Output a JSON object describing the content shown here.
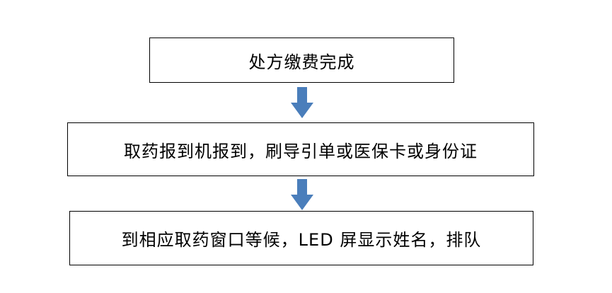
{
  "flowchart": {
    "steps": [
      {
        "label": "处方缴费完成"
      },
      {
        "label": "取药报到机报到，刷导引单或医保卡或身份证"
      },
      {
        "label": "到相应取药窗口等候，LED 屏显示姓名，排队"
      }
    ],
    "arrow_color": "#4a7ebb",
    "border_color": "#000000"
  }
}
